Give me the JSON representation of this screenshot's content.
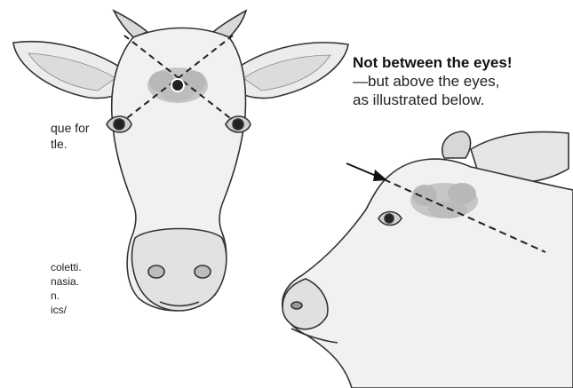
{
  "left_caption": {
    "lines": [
      "que for",
      "tle."
    ]
  },
  "credit": {
    "lines": [
      "coletti.",
      "nasia.",
      "n.",
      "ics/"
    ]
  },
  "callout": {
    "heading": "Not between the eyes!",
    "body_line1": "—but above the eyes,",
    "body_line2": "as illustrated below."
  }
}
